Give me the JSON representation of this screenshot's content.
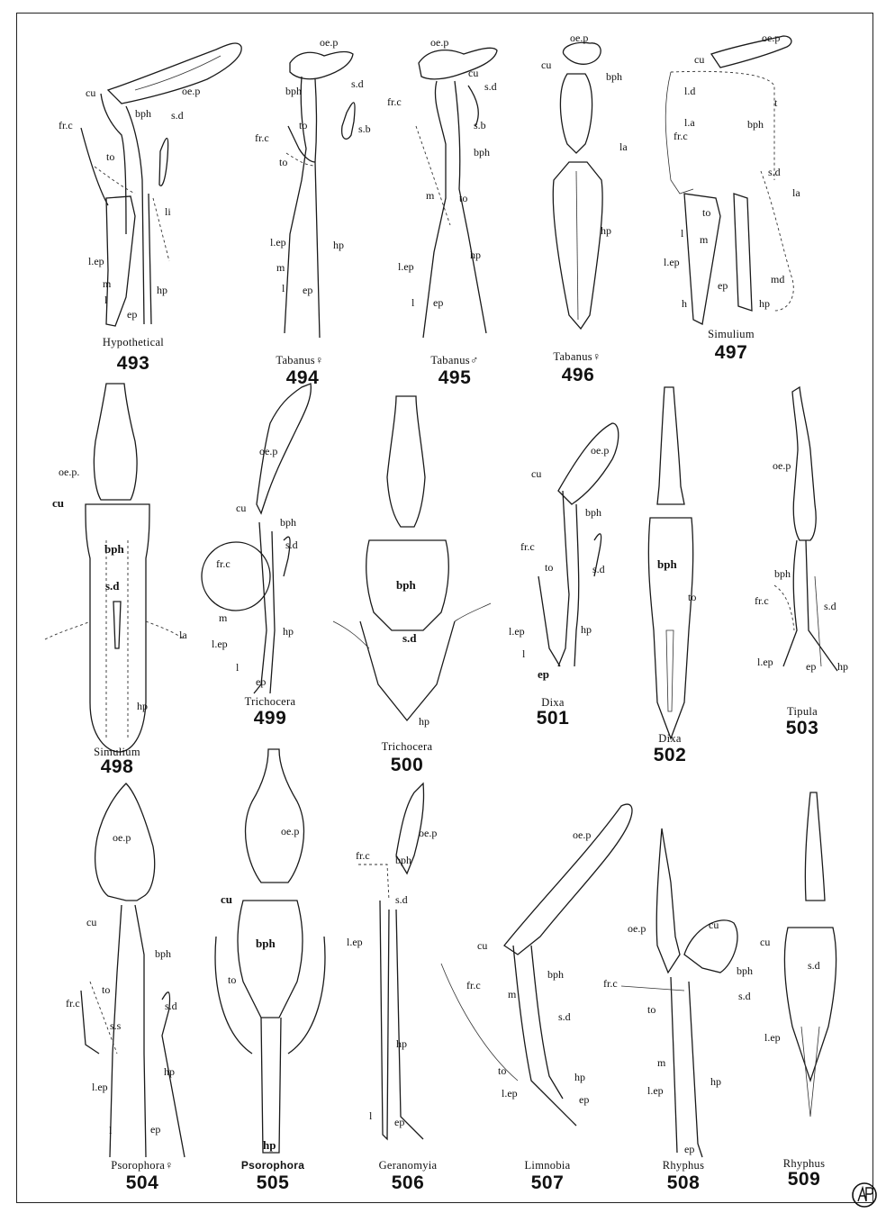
{
  "figures": [
    {
      "number": "493",
      "caption": "Hypothetical"
    },
    {
      "number": "494",
      "caption": "Tabanus♀"
    },
    {
      "number": "495",
      "caption": "Tabanus♂"
    },
    {
      "number": "496",
      "caption": "Tabanus♀"
    },
    {
      "number": "497",
      "caption": "Simulium"
    },
    {
      "number": "498",
      "caption": "Simulium"
    },
    {
      "number": "499",
      "caption": "Trichocera"
    },
    {
      "number": "500",
      "caption": "Trichocera"
    },
    {
      "number": "501",
      "caption": "Dixa"
    },
    {
      "number": "502",
      "caption": "Dixa"
    },
    {
      "number": "503",
      "caption": "Tipula"
    },
    {
      "number": "504",
      "caption": "Psorophora♀"
    },
    {
      "number": "505",
      "caption": "Psorophora"
    },
    {
      "number": "506",
      "caption": "Geranomyia"
    },
    {
      "number": "507",
      "caption": "Limnobia"
    },
    {
      "number": "508",
      "caption": "Rhyphus"
    },
    {
      "number": "509",
      "caption": "Rhyphus"
    }
  ],
  "labels": {
    "f493": [
      "cu",
      "oe.p",
      "bph",
      "fr.c",
      "s.d",
      "to",
      "li",
      "l.ep",
      "m",
      "l",
      "hp",
      "ep"
    ],
    "f494": [
      "oe.p",
      "bph",
      "s.d",
      "fr.c",
      "to",
      "s.b",
      "to",
      "l.ep",
      "hp",
      "m",
      "l",
      "ep"
    ],
    "f495": [
      "oe.p",
      "cu",
      "s.d",
      "fr.c",
      "s.b",
      "bph",
      "m",
      "to",
      "l.ep",
      "hp",
      "l",
      "ep"
    ],
    "f496": [
      "oe.p",
      "cu",
      "bph",
      "la",
      "hp"
    ],
    "f497": [
      "oe.p",
      "cu",
      "l.d",
      "t",
      "l.a",
      "bph",
      "fr.c",
      "s.d",
      "la",
      "to",
      "l",
      "m",
      "l.ep",
      "md",
      "ep",
      "h",
      "hp"
    ],
    "f498": [
      "oe.p.",
      "cu",
      "bph",
      "s.d",
      "la",
      "hp"
    ],
    "f499": [
      "oe.p",
      "cu",
      "bph",
      "fr.c",
      "s.d",
      "m",
      "hp",
      "l.ep",
      "l",
      "ep"
    ],
    "f500": [
      "bph",
      "s.d",
      "hp"
    ],
    "f501": [
      "oe.p",
      "cu",
      "bph",
      "fr.c",
      "to",
      "s.d",
      "l.ep",
      "hp",
      "l",
      "ep"
    ],
    "f502": [
      "bph",
      "to"
    ],
    "f503": [
      "oe.p",
      "bph",
      "fr.c",
      "s.d",
      "l.ep",
      "ep",
      "hp"
    ],
    "f504": [
      "oe.p",
      "cu",
      "bph",
      "to",
      "fr.c",
      "s.s",
      "s.d",
      "hp",
      "l.ep",
      "l",
      "ep"
    ],
    "f505": [
      "oe.p",
      "cu",
      "bph",
      "to",
      "hp"
    ],
    "f506": [
      "oe.p",
      "fr.c",
      "bph",
      "s.d",
      "l.ep",
      "hp",
      "l",
      "ep"
    ],
    "f507": [
      "oe.p",
      "cu",
      "fr.c",
      "m",
      "bph",
      "s.d",
      "to",
      "hp",
      "l.ep",
      "ep"
    ],
    "f508": [
      "oe.p",
      "cu",
      "fr.c",
      "bph",
      "s.d",
      "to",
      "m",
      "hp",
      "l.ep",
      "ep"
    ],
    "f509": [
      "cu",
      "s.d",
      "l.ep"
    ]
  },
  "monogram": "AP"
}
